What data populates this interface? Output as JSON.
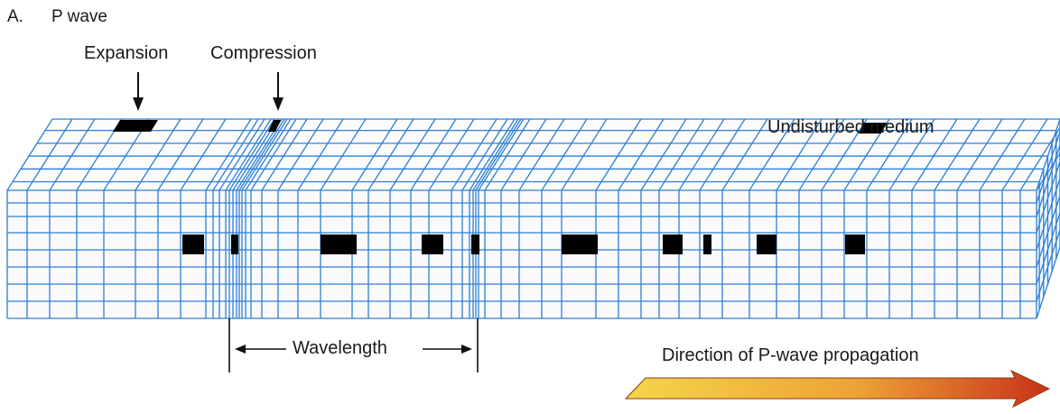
{
  "panel": {
    "letter": "A.",
    "title": "P wave"
  },
  "labels": {
    "expansion": "Expansion",
    "compression": "Compression",
    "undisturbed": "Undisturbed medium",
    "wavelength": "Wavelength",
    "direction": "Direction of P-wave propagation"
  },
  "colors": {
    "grid": "#2d7fd6",
    "block_fill": "#fafafa",
    "marker": "#000000",
    "arrow_start": "#f5d54a",
    "arrow_end": "#c8321a"
  }
}
